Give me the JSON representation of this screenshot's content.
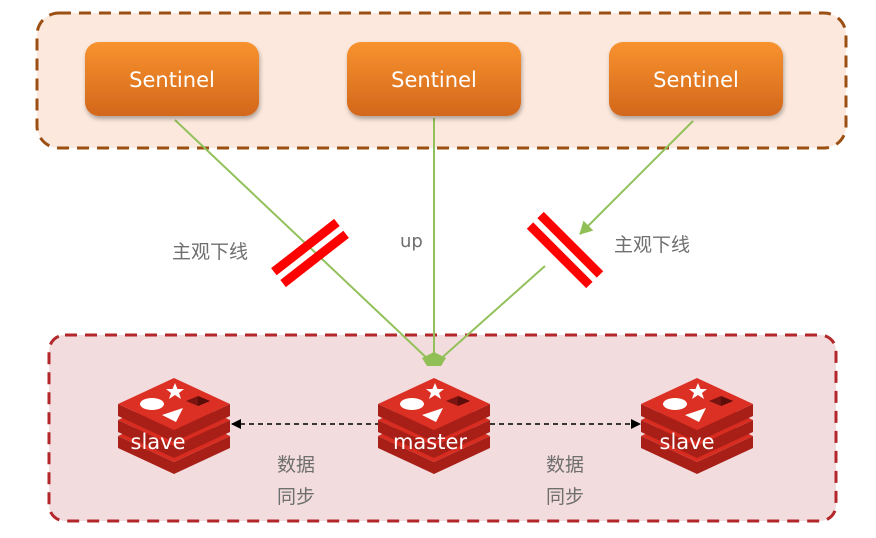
{
  "title": "Redis Sentinel subjective down diagram",
  "colors": {
    "sentinel_group_fill": "#fce8dc",
    "sentinel_group_border": "#9c4f12",
    "sentinel_box_top": "#f7902e",
    "sentinel_box_bottom": "#d4691c",
    "redis_group_fill": "#f2dcdd",
    "redis_group_border": "#b3272b",
    "monitor_line": "#92c05a",
    "broken_mark": "#ff0000",
    "redis_red": "#d82c20",
    "label_gray": "#6f6f6f"
  },
  "sentinels": [
    {
      "label": "Sentinel"
    },
    {
      "label": "Sentinel"
    },
    {
      "label": "Sentinel"
    }
  ],
  "links": [
    {
      "label": "主观下线",
      "status": "broken"
    },
    {
      "label": "up",
      "status": "up"
    },
    {
      "label": "主观下线",
      "status": "broken"
    }
  ],
  "nodes": [
    {
      "label": "slave",
      "role": "slave"
    },
    {
      "label": "master",
      "role": "master"
    },
    {
      "label": "slave",
      "role": "slave"
    }
  ],
  "replication": [
    {
      "label_line1": "数据",
      "label_line2": "同步"
    },
    {
      "label_line1": "数据",
      "label_line2": "同步"
    }
  ]
}
